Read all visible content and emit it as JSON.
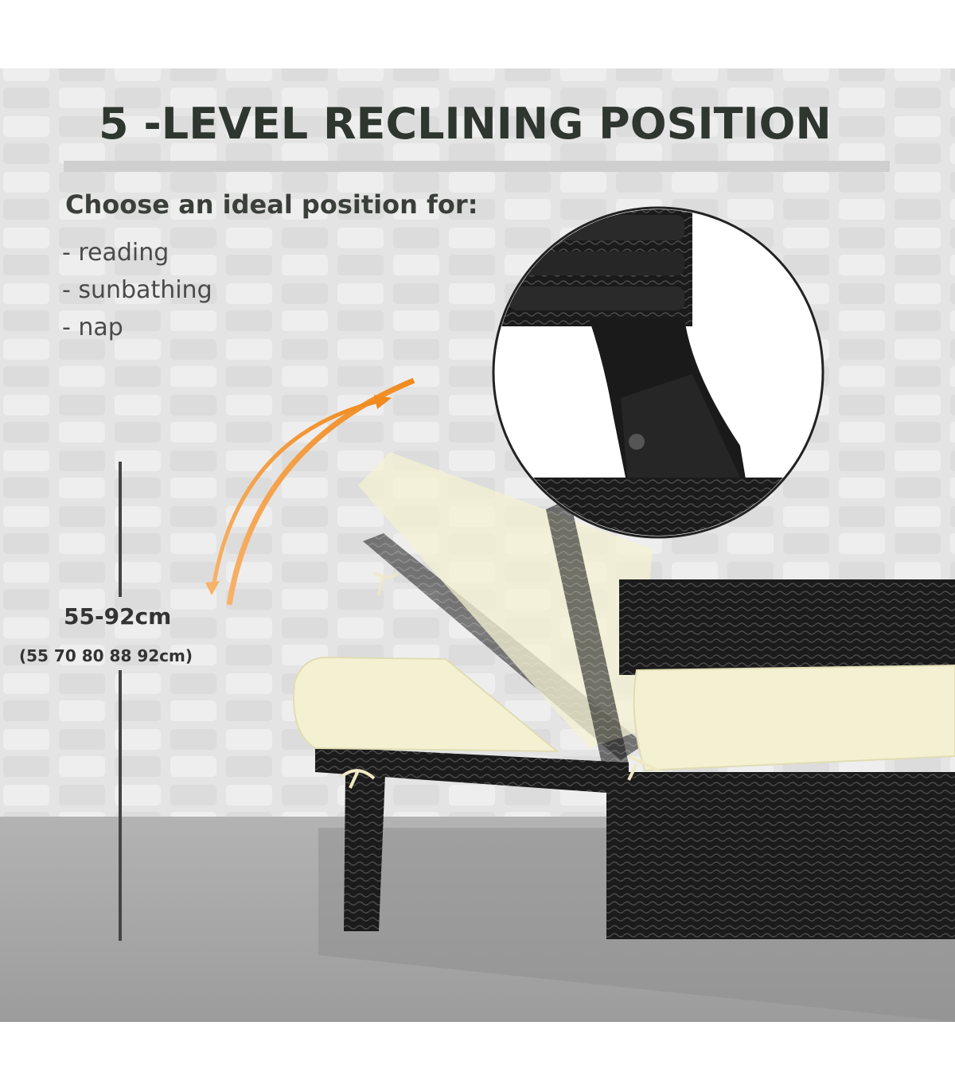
{
  "headline": "5 -LEVEL RECLINING POSITION",
  "intro": "Choose an ideal position for:",
  "uses": [
    "- reading",
    "- sunbathing",
    "- nap"
  ],
  "height_range": "55-92cm",
  "height_levels": "(55 70 80 88 92cm)",
  "colors": {
    "title": "#2f3630",
    "arrow": "#f08a1e",
    "cushion": "#f4f1d2",
    "rattan": "#1c1c1c",
    "wall": "#e6e6e6",
    "floor": "#a9a9a9"
  }
}
